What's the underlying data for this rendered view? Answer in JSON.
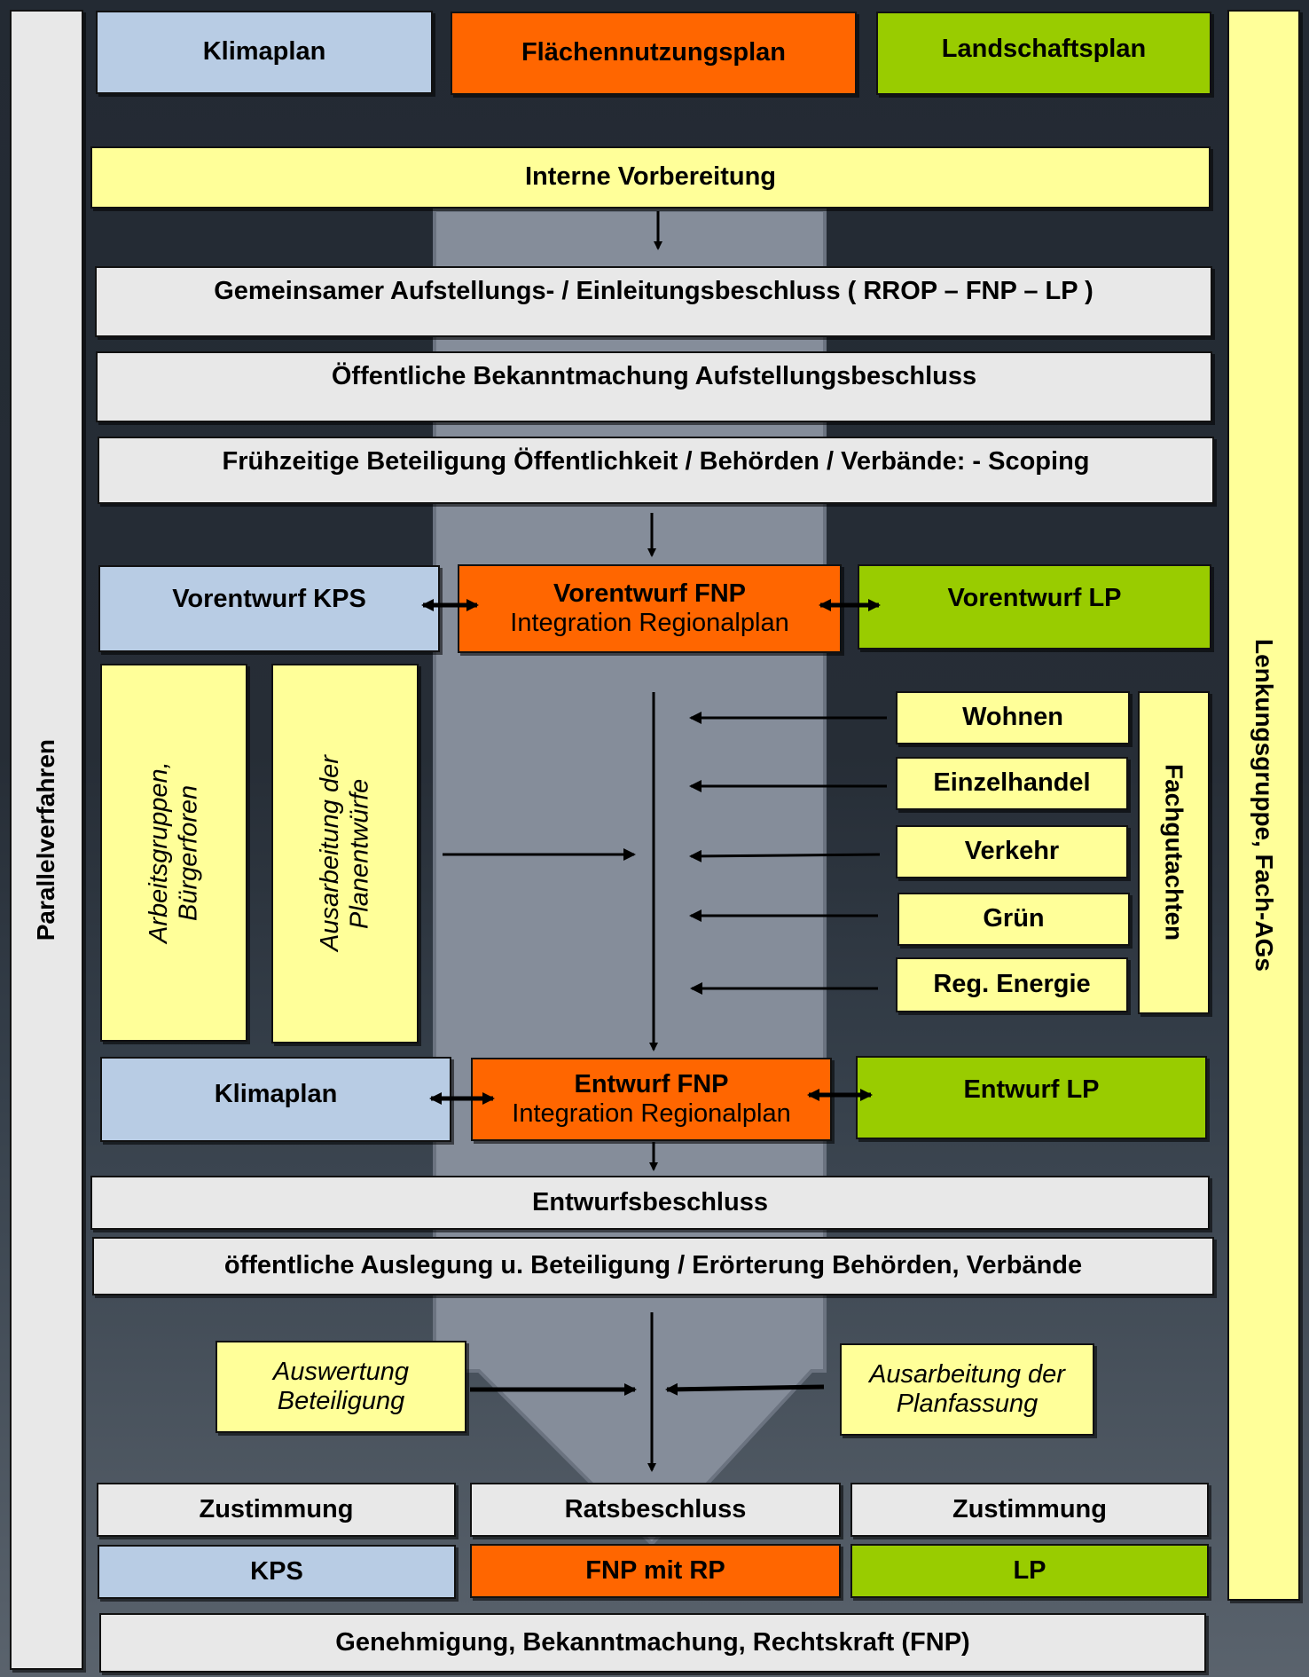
{
  "colors": {
    "klimaplan": "#b8cce4",
    "fnp": "#ff6600",
    "landschaftsplan": "#99cc00",
    "process": "#ffff99",
    "step": "#e8e8e8",
    "flow_band": "#858d9a"
  },
  "side": {
    "left_label": "Parallelverfahren",
    "right_label": "Lenkungsgruppe, Fach-AGs"
  },
  "header": {
    "klimaplan": "Klimaplan",
    "fnp": "Flächennutzungsplan",
    "landschaftsplan": "Landschaftsplan"
  },
  "steps": {
    "interne_vorbereitung": "Interne Vorbereitung",
    "aufstellungsbeschluss": "Gemeinsamer Aufstellungs- / Einleitungsbeschluss ( RROP – FNP – LP )",
    "bekanntmachung": "Öffentliche Bekanntmachung Aufstellungsbeschluss",
    "fruehzeitige_beteiligung": "Frühzeitige Beteiligung Öffentlichkeit / Behörden / Verbände: - Scoping"
  },
  "vorentwurf": {
    "kps": "Vorentwurf KPS",
    "fnp_title": "Vorentwurf FNP",
    "fnp_sub": "Integration Regionalplan",
    "lp": "Vorentwurf LP"
  },
  "work": {
    "arbeitsgruppen": "Arbeitsgruppen, Bürgerforen",
    "ausarbeitung": "Ausarbeitung der Planentwürfe"
  },
  "fachgutachten": {
    "label": "Fachgutachten",
    "items": [
      "Wohnen",
      "Einzelhandel",
      "Verkehr",
      "Grün",
      "Reg. Energie"
    ]
  },
  "entwurf": {
    "klimaplan": "Klimaplan",
    "fnp_title": "Entwurf FNP",
    "fnp_sub": "Integration Regionalplan",
    "lp": "Entwurf LP"
  },
  "later_steps": {
    "entwurfsbeschluss": "Entwurfsbeschluss",
    "auslegung": "öffentliche Auslegung u. Beteiligung / Erörterung Behörden, Verbände"
  },
  "evaluation": {
    "auswertung": "Auswertung Beteiligung",
    "ausarbeitung_planfassung": "Ausarbeitung der Planfassung"
  },
  "final": {
    "zustimmung_left": "Zustimmung",
    "ratsbeschluss": "Ratsbeschluss",
    "zustimmung_right": "Zustimmung",
    "kps": "KPS",
    "fnp_mit_rp": "FNP mit RP",
    "lp": "LP",
    "genehmigung": "Genehmigung, Bekanntmachung, Rechtskraft (FNP)"
  }
}
